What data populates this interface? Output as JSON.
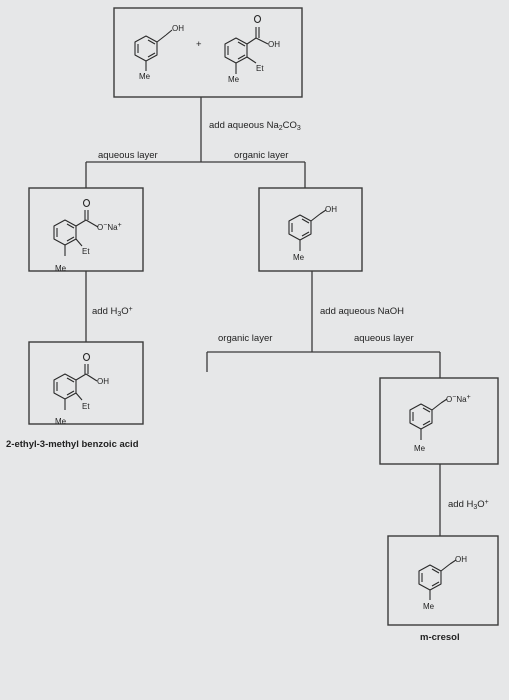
{
  "start": {
    "plus": "+",
    "cresol_oh": "OH",
    "cresol_me": "Me",
    "acid_oh": "OH",
    "acid_et": "Et",
    "acid_me": "Me"
  },
  "step1": {
    "reagent_prefix": "add aqueous Na",
    "reagent_sub1": "2",
    "reagent_mid": "CO",
    "reagent_sub2": "3"
  },
  "split1": {
    "left": "aqueous layer",
    "right": "organic layer"
  },
  "carboxylate": {
    "o_na": "O",
    "na": "Na",
    "plus": "+",
    "et": "Et",
    "me": "Me"
  },
  "cresol_org": {
    "oh": "OH",
    "me": "Me"
  },
  "acidify1": {
    "prefix": "add H",
    "sub": "3",
    "mid": "O",
    "plus": "+"
  },
  "step2": {
    "reagent": "add aqueous NaOH"
  },
  "split2": {
    "left": "organic layer",
    "right": "aqueous layer"
  },
  "acid_product": {
    "oh": "OH",
    "et": "Et",
    "me": "Me",
    "name": "2-ethyl-3-methyl benzoic acid"
  },
  "phenoxide": {
    "o": "O",
    "na": "Na",
    "plus": "+",
    "me": "Me"
  },
  "acidify2": {
    "prefix": "add H",
    "sub": "3",
    "mid": "O",
    "plus": "+"
  },
  "cresol_product": {
    "oh": "OH",
    "me": "Me",
    "name": "m-cresol"
  }
}
